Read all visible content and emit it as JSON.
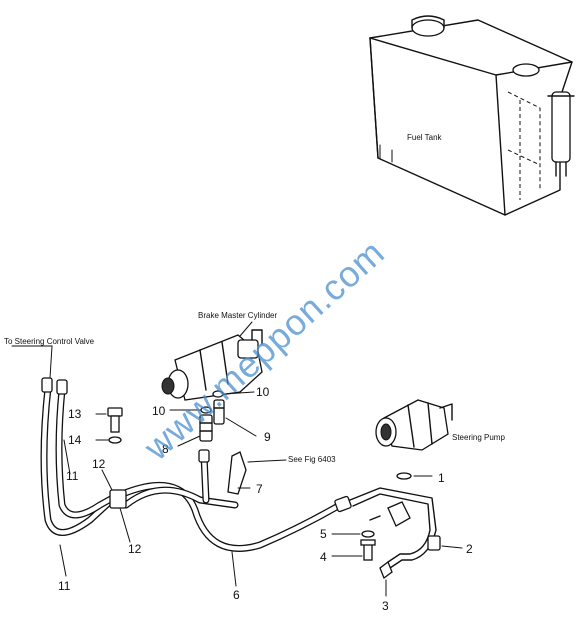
{
  "labels": {
    "fuel_tank": "Fuel Tank",
    "brake_master_cylinder": "Brake Master Cylinder",
    "to_steering_control_valve": "To Steering Control Valve",
    "steering_pump": "Steering Pump",
    "see_fig": "See Fig 6403"
  },
  "callouts": {
    "c1": "1",
    "c2": "2",
    "c3": "3",
    "c4": "4",
    "c5": "5",
    "c6": "6",
    "c7": "7",
    "c8": "8",
    "c9": "9",
    "c10a": "10",
    "c10b": "10",
    "c11a": "11",
    "c11b": "11",
    "c12a": "12",
    "c12b": "12",
    "c13": "13",
    "c14": "14"
  },
  "watermark": "www.meppon.com",
  "colors": {
    "line": "#111111",
    "watermark": "#4a8fd0"
  }
}
